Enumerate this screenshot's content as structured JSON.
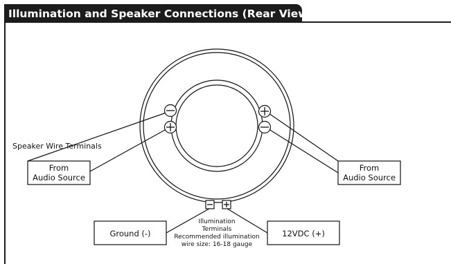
{
  "header": {
    "title": "Illumination and Speaker Connections (Rear View)"
  },
  "labels": {
    "speaker_wire_terminals": "Speaker Wire Terminals",
    "left_source_line1": "From",
    "left_source_line2": "Audio Source",
    "right_source_line1": "From",
    "right_source_line2": "Audio Source",
    "ground": "Ground (-)",
    "power": "12VDC (+)",
    "illumination_line1": "Illumination",
    "illumination_line2": "Terminals",
    "illumination_line3": "Recommended illumination",
    "illumination_line4": "wire size: 16-18 gauge"
  },
  "colors": {
    "header_bg": "#1c1c1c",
    "line": "#111111"
  }
}
